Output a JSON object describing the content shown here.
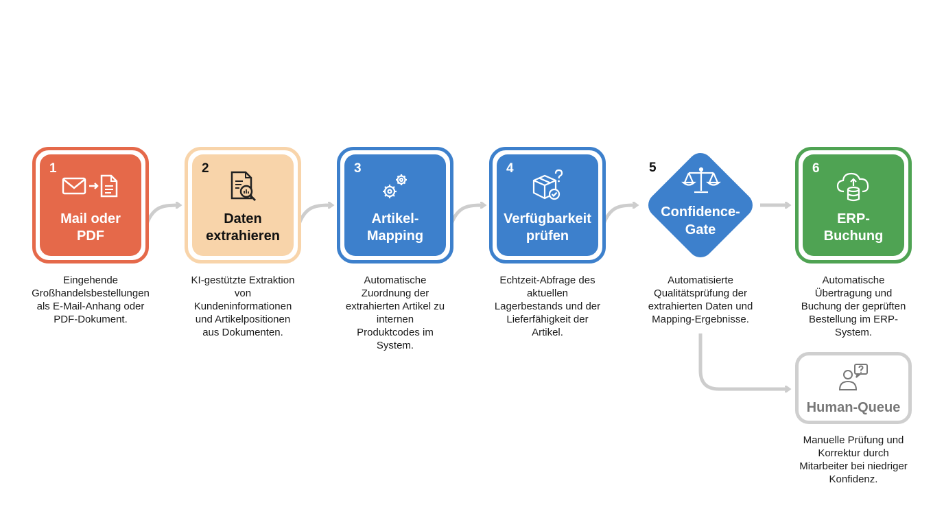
{
  "steps": [
    {
      "number": "1",
      "title_line1": "Mail oder",
      "title_line2": "PDF",
      "icon": "mail-to-document-icon",
      "description": [
        "Eingehende",
        "Großhandelsbestellungen",
        "als E-Mail-Anhang oder",
        "PDF-Dokument."
      ],
      "color": "#E5694A",
      "border": "#E5694A",
      "text_color": "#ffffff",
      "num_color": "#ffffff"
    },
    {
      "number": "2",
      "title_line1": "Daten",
      "title_line2": "extrahieren",
      "icon": "document-search-icon",
      "description": [
        "KI-gestützte Extraktion",
        "von",
        "Kundeninformationen",
        "und Artikelpositionen",
        "aus Dokumenten."
      ],
      "color": "#F8D4AA",
      "border": "#F8D4AA",
      "text_color": "#111111",
      "num_color": "#111111"
    },
    {
      "number": "3",
      "title_line1": "Artikel-",
      "title_line2": "Mapping",
      "icon": "gears-icon",
      "description": [
        "Automatische",
        "Zuordnung der",
        "extrahierten Artikel zu",
        "internen",
        "Produktcodes im",
        "System."
      ],
      "color": "#3D80CC",
      "border": "#3D80CC",
      "text_color": "#ffffff",
      "num_color": "#ffffff"
    },
    {
      "number": "4",
      "title_line1": "Verfügbarkeit",
      "title_line2": "prüfen",
      "icon": "box-check-icon",
      "description": [
        "Echtzeit-Abfrage des",
        "aktuellen",
        "Lagerbestands und der",
        "Lieferfähigkeit der",
        "Artikel."
      ],
      "color": "#3D80CC",
      "border": "#3D80CC",
      "text_color": "#ffffff",
      "num_color": "#ffffff"
    },
    {
      "number": "5",
      "title_line1": "Confidence-",
      "title_line2": "Gate",
      "icon": "scale-icon",
      "description": [
        "Automatisierte",
        "Qualitätsprüfung der",
        "extrahierten Daten und",
        "Mapping-Ergebnisse."
      ],
      "color": "#3D80CC",
      "border": "#3D80CC",
      "text_color": "#ffffff",
      "num_color": "#111111"
    },
    {
      "number": "6",
      "title_line1": "ERP-",
      "title_line2": "Buchung",
      "icon": "cloud-database-icon",
      "description": [
        "Automatische",
        "Übertragung und",
        "Buchung der geprüften",
        "Bestellung im ERP-",
        "System."
      ],
      "color": "#4FA353",
      "border": "#4FA353",
      "text_color": "#ffffff",
      "num_color": "#ffffff"
    }
  ],
  "human_queue": {
    "title": "Human-Queue",
    "icon": "person-question-icon",
    "description": [
      "Manuelle Prüfung und",
      "Korrektur durch",
      "Mitarbeiter bei niedriger",
      "Konfidenz."
    ],
    "border": "#CFCFCF",
    "text_color": "#777777"
  },
  "arrow_color": "#CDCDCD"
}
